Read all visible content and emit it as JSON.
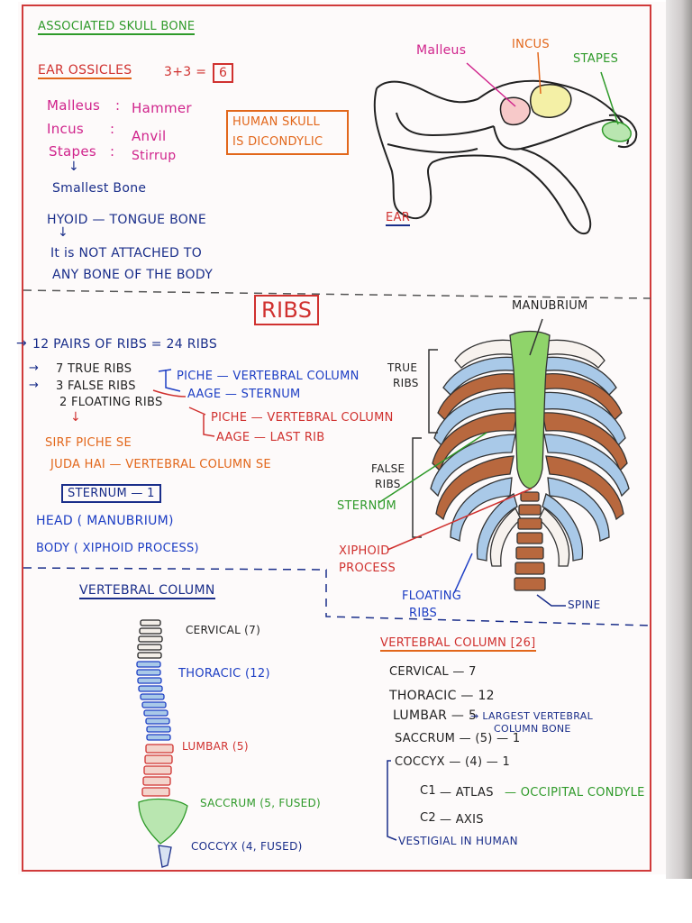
{
  "colors": {
    "red": "#d0312f",
    "green": "#2f9a2a",
    "orange": "#e2671b",
    "pink": "#d0248c",
    "blue": "#1d3ec4",
    "navy": "#1a2e8a",
    "bone_green": "#8fd46a",
    "bone_blue": "#a9c9e8",
    "bone_brown": "#b8683e"
  },
  "header": {
    "title": "ASSOCIATED SKULL BONE"
  },
  "ear": {
    "ossicles_title": "EAR OSSICLES",
    "ossicles_sum": "3+3 =",
    "ossicles_total": "6",
    "items": [
      {
        "name": "Malleus",
        "sep": ":",
        "meaning": "Hammer"
      },
      {
        "name": "Incus",
        "sep": ":",
        "meaning": "Anvil"
      },
      {
        "name": "Stapes",
        "sep": ":",
        "meaning": "Stirrup"
      }
    ],
    "arrow": "↓",
    "smallest": "Smallest Bone",
    "skull_box": [
      "HUMAN SKULL",
      "IS DICONDYLIC"
    ],
    "hyoid": "HYOID — TONGUE BONE",
    "hyoid_arrow": "↓",
    "hyoid_note": [
      "It is NOT ATTACHED TO",
      "ANY BONE OF THE BODY"
    ],
    "diagram_labels": {
      "malleus": "Malleus",
      "incus": "INCUS",
      "stapes": "STAPES",
      "ear": "EAR"
    }
  },
  "ribs": {
    "title": "RIBS",
    "pairs": "12 PAIRS OF RIBS = 24 RIBS",
    "true_ribs": "7 TRUE RIBS",
    "false_ribs": "3 FALSE RIBS",
    "floating_ribs": "2 FLOATING RIBS",
    "true_piche": "PICHE — VERTEBRAL COLUMN",
    "true_aage": "AAGE — STERNUM",
    "float_piche": "PICHE — VERTEBRAL COLUMN",
    "float_aage": "AAGE — LAST RIB",
    "sirf": "SIRF PICHE SE",
    "juda": "JUDA HAI — VERTEBRAL COLUMN SE",
    "sternum_box": "STERNUM — 1",
    "head": "HEAD ( MANUBRIUM)",
    "body": "BODY ( XIPHOID PROCESS)",
    "diagram_labels": {
      "manubrium": "MANUBRIUM",
      "true_ribs": [
        "TRUE",
        "RIBS"
      ],
      "false_ribs": [
        "FALSE",
        "RIBS"
      ],
      "sternum": "STERNUM",
      "xiphoid": [
        "XIPHOID",
        "PROCESS"
      ],
      "floating": [
        "FLOATING",
        "RIBS"
      ],
      "spine": "SPINE"
    }
  },
  "vertebral": {
    "title": "VERTEBRAL COLUMN",
    "labels": {
      "cervical": "CERVICAL (7)",
      "thoracic": "THORACIC (12)",
      "lumbar": "LUMBAR (5)",
      "sacrum": "SACCRUM (5, FUSED)",
      "coccyx": "COCCYX (4, FUSED)"
    },
    "count_title": "VERTEBRAL COLUMN [26]",
    "cervical": "CERVICAL — 7",
    "thoracic": "THORACIC — 12",
    "lumbar": "LUMBAR — 5",
    "lumbar_note": [
      "→ LARGEST VERTEBRAL",
      "COLUMN BONE"
    ],
    "sacrum": "SACCRUM — (5) — 1",
    "coccyx": "COCCYX — (4) — 1",
    "c1_code": "C1",
    "c1_text": "— ATLAS",
    "c1_note": "— OCCIPITAL CONDYLE",
    "c2_code": "C2",
    "c2_text": "— AXIS",
    "vestigial": "VESTIGIAL IN HUMAN"
  }
}
